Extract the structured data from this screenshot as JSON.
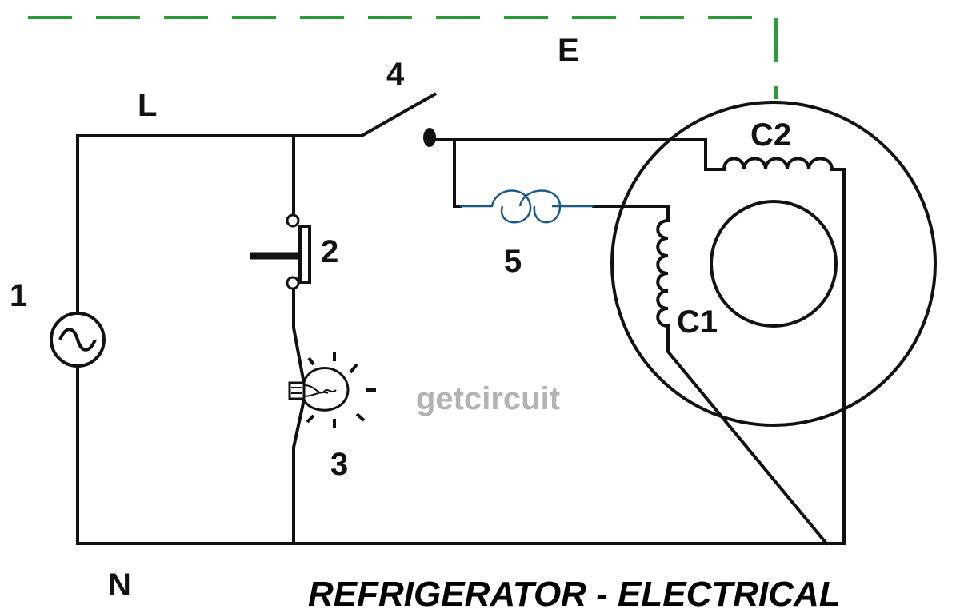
{
  "labels": {
    "earth": "E",
    "line": "L",
    "neutral": "N",
    "source": "1",
    "door_switch": "2",
    "lamp": "3",
    "thermostat": "4",
    "overload": "5",
    "winding_c1": "C1",
    "winding_c2": "C2"
  },
  "watermark": "getcircuit",
  "title": "REFRIGERATOR - ELECTRICAL",
  "colors": {
    "wire": "#111111",
    "earth_wire": "#2a9a3a",
    "overload_wire": "#1c5a86",
    "watermark": "#b3b3b3"
  },
  "icons": {
    "source": "ac-source-icon",
    "door_switch": "push-switch-icon",
    "lamp": "light-bulb-icon",
    "thermostat": "switch-icon",
    "overload": "overload-protector-icon",
    "motor": "compressor-motor-icon"
  }
}
